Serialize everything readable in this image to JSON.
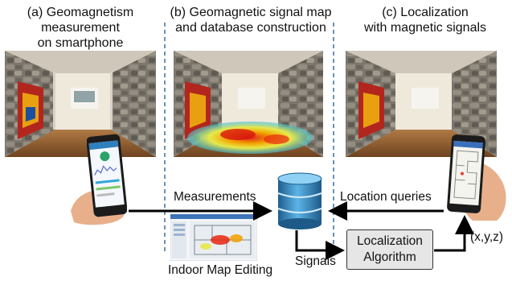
{
  "titles": {
    "a": [
      "(a) Geomagnetism",
      "measurement",
      "on smartphone"
    ],
    "b": [
      "(b) Geomagnetic signal map",
      "and database construction"
    ],
    "c": [
      "(c) Localization",
      "with magnetic signals"
    ]
  },
  "flow": {
    "measurements": "Measurements",
    "location_queries": "Location queries",
    "signals": "Signals",
    "output": "(x,y,z)",
    "algorithm": [
      "Localization",
      "Algorithm"
    ],
    "editor_caption": "Indoor Map Editing"
  },
  "colors": {
    "wall": "#7f786e",
    "floor": "#8a5a2e",
    "divider": "#2a6496",
    "database": "#3a8fc8",
    "algorithm_box": "#e6e6e6"
  },
  "icons": [
    "database-icon",
    "phone-icon",
    "arrow-icon",
    "hand-icon"
  ]
}
